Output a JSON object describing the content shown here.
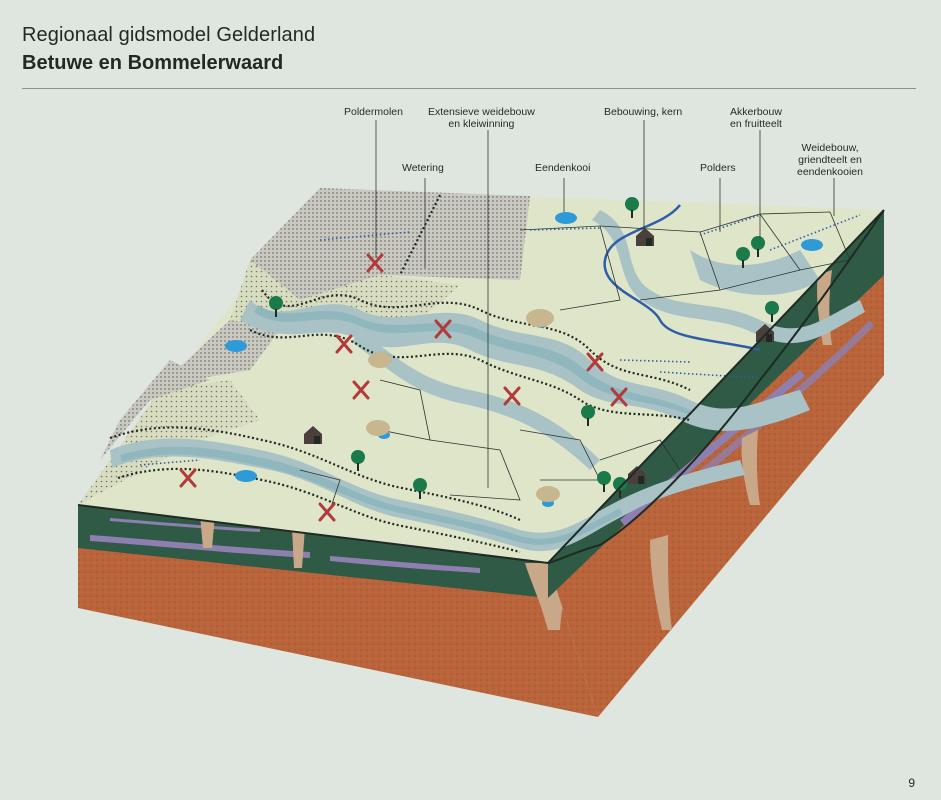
{
  "header": {
    "title": "Regionaal gidsmodel Gelderland",
    "subtitle": "Betuwe en Bommelerwaard"
  },
  "labels": {
    "poldermolen": "Poldermolen",
    "extensieve_line1": "Extensieve weidebouw",
    "extensieve_line2": "en kleiwinning",
    "bebouwing": "Bebouwing, kern",
    "akkerbouw_line1": "Akkerbouw",
    "akkerbouw_line2": "en fruitteelt",
    "wetering": "Wetering",
    "eendenkooi": "Eendenkooi",
    "polders": "Polders",
    "weidebouw_line1": "Weidebouw,",
    "weidebouw_line2": "griendteelt en",
    "weidebouw_line3": "eendenkooien"
  },
  "footer": {
    "page_number": "9"
  },
  "colors": {
    "background": "#dfe6df",
    "meadow": "#dfe5c8",
    "river": "#8fb7bd",
    "floodplain": "#a9c2c6",
    "stream_blue": "#2f5ea8",
    "pond": "#2e9ad8",
    "clay_layer": "#2f5a45",
    "sand_layer": "#b9643a",
    "windmill_red": "#b23a3a"
  }
}
